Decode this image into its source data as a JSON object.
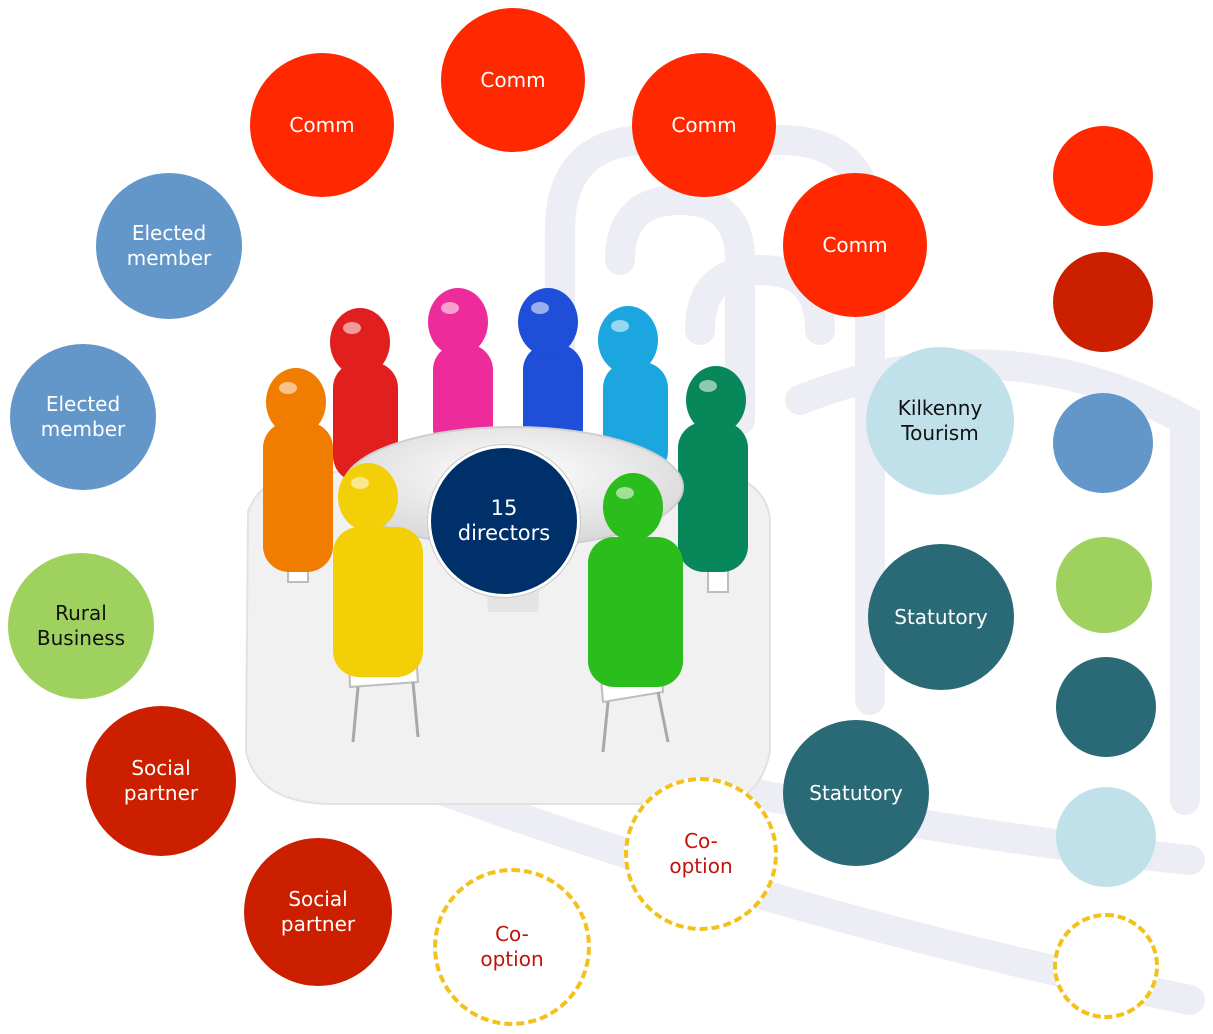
{
  "palette": {
    "comm": "#ff2800",
    "social": "#cc1f00",
    "elected": "#6397c9",
    "rural": "#9fd15e",
    "statutory": "#2a6976",
    "tourism": "#c1e1ea",
    "center": "#003069",
    "dashed": "#f2c21a",
    "cooption_text": "#c0140c"
  },
  "center": {
    "label": "15\ndirectors"
  },
  "nodes": [
    {
      "id": "comm-top",
      "label": "Comm",
      "category": "comm"
    },
    {
      "id": "comm-left",
      "label": "Comm",
      "category": "comm"
    },
    {
      "id": "comm-right",
      "label": "Comm",
      "category": "comm"
    },
    {
      "id": "comm-far-right",
      "label": "Comm",
      "category": "comm"
    },
    {
      "id": "elected-1",
      "label": "Elected\nmember",
      "category": "elected"
    },
    {
      "id": "elected-2",
      "label": "Elected\nmember",
      "category": "elected"
    },
    {
      "id": "rural",
      "label": "Rural\nBusiness",
      "category": "rural"
    },
    {
      "id": "social-1",
      "label": "Social\npartner",
      "category": "social"
    },
    {
      "id": "social-2",
      "label": "Social\npartner",
      "category": "social"
    },
    {
      "id": "cooption-1",
      "label": "Co-\noption",
      "category": "cooption"
    },
    {
      "id": "cooption-2",
      "label": "Co-\noption",
      "category": "cooption"
    },
    {
      "id": "statutory-1",
      "label": "Statutory",
      "category": "statutory"
    },
    {
      "id": "statutory-2",
      "label": "Statutory",
      "category": "statutory"
    },
    {
      "id": "tourism",
      "label": "Kilkenny\nTourism",
      "category": "tourism"
    }
  ],
  "legend": [
    {
      "category": "comm"
    },
    {
      "category": "social"
    },
    {
      "category": "elected"
    },
    {
      "category": "rural"
    },
    {
      "category": "statutory"
    },
    {
      "category": "tourism"
    },
    {
      "category": "cooption"
    }
  ],
  "figures": [
    {
      "color": "#f07d00"
    },
    {
      "color": "#e11f1f"
    },
    {
      "color": "#ee2b9a"
    },
    {
      "color": "#1f4ed8"
    },
    {
      "color": "#1ba6e0"
    },
    {
      "color": "#07875a"
    },
    {
      "color": "#f2cf06"
    },
    {
      "color": "#2bbd1c"
    }
  ]
}
